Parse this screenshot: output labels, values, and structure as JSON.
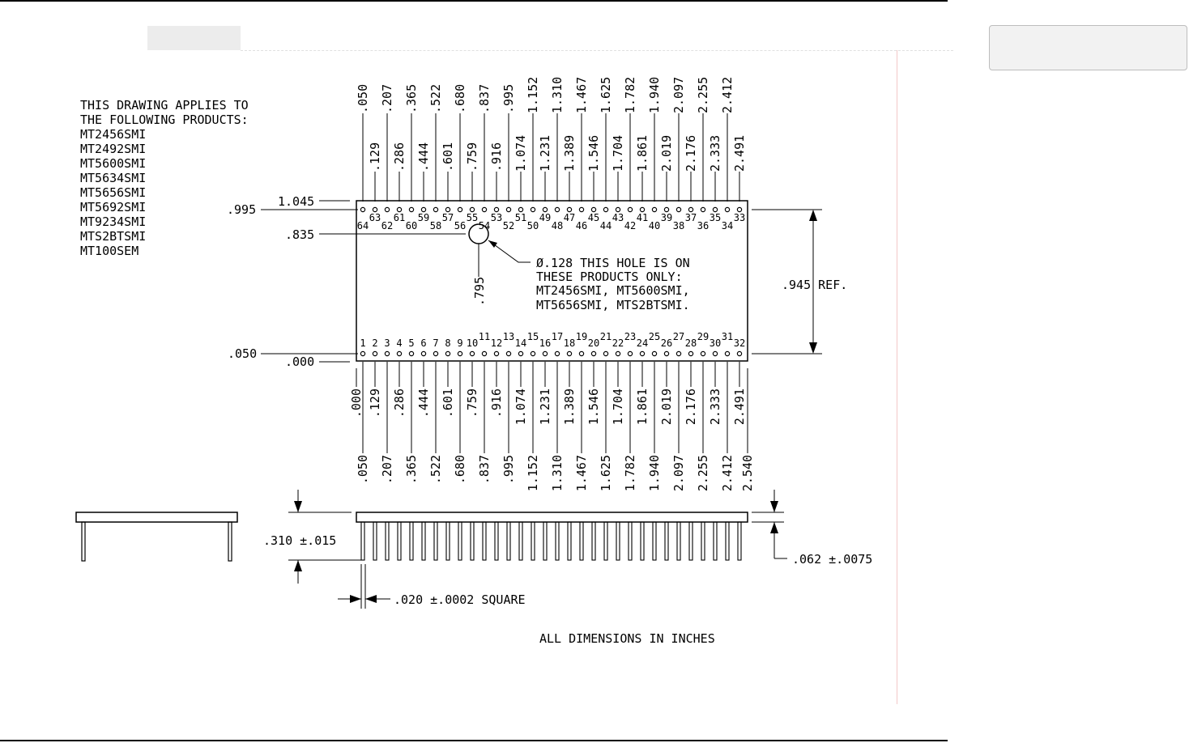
{
  "applies": {
    "line1": "THIS DRAWING APPLIES TO",
    "line2": "THE FOLLOWING PRODUCTS:",
    "products": [
      "MT2456SMI",
      "MT2492SMI",
      "MT5600SMI",
      "MT5634SMI",
      "MT5656SMI",
      "MT5692SMI",
      "MT9234SMI",
      "MTS2BTSMI",
      "MT100SEM"
    ]
  },
  "top_dims_a": [
    ".050",
    ".207",
    ".365",
    ".522",
    ".680",
    ".837",
    ".995",
    "1.152",
    "1.310",
    "1.467",
    "1.625",
    "1.782",
    "1.940",
    "2.097",
    "2.255",
    "2.412"
  ],
  "top_dims_b": [
    ".129",
    ".286",
    ".444",
    ".601",
    ".759",
    ".916",
    "1.074",
    "1.231",
    "1.389",
    "1.546",
    "1.704",
    "1.861",
    "2.019",
    "2.176",
    "2.333",
    "2.491"
  ],
  "bottom_dims_b": [
    ".000",
    ".129",
    ".286",
    ".444",
    ".601",
    ".759",
    ".916",
    "1.074",
    "1.231",
    "1.389",
    "1.546",
    "1.704",
    "1.861",
    "2.019",
    "2.176",
    "2.333",
    "2.491"
  ],
  "bottom_dims_a": [
    ".050",
    ".207",
    ".365",
    ".522",
    ".680",
    ".837",
    ".995",
    "1.152",
    "1.310",
    "1.467",
    "1.625",
    "1.782",
    "1.940",
    "2.097",
    "2.255",
    "2.412",
    "2.540"
  ],
  "pins_top": [
    "64",
    "63",
    "62",
    "61",
    "60",
    "59",
    "58",
    "57",
    "56",
    "55",
    "54",
    "53",
    "52",
    "51",
    "50",
    "49",
    "48",
    "47",
    "46",
    "45",
    "44",
    "43",
    "42",
    "41",
    "40",
    "39",
    "38",
    "37",
    "36",
    "35",
    "34",
    "33"
  ],
  "pins_bottom": [
    "1",
    "2",
    "3",
    "4",
    "5",
    "6",
    "7",
    "8",
    "9",
    "10",
    "11",
    "12",
    "13",
    "14",
    "15",
    "16",
    "17",
    "18",
    "19",
    "20",
    "21",
    "22",
    "23",
    "24",
    "25",
    "26",
    "27",
    "28",
    "29",
    "30",
    "31",
    "32"
  ],
  "left_dims": {
    "d1045": "1.045",
    "d995": ".995",
    "d835": ".835",
    "d050": ".050",
    "d000": ".000",
    "d795": ".795"
  },
  "hole_note": {
    "line1": "Ø.128 THIS HOLE IS ON",
    "line2": "THESE PRODUCTS ONLY:",
    "line3": "MT2456SMI, MT5600SMI,",
    "line4": "MT5656SMI, MTS2BTSMI."
  },
  "ref_dim": ".945 REF.",
  "side": {
    "pin_length": ".310 ±.015",
    "board_thk": ".062 ±.0075",
    "pin_size": ".020 ±.0002 SQUARE"
  },
  "footer_note": "ALL DIMENSIONS IN INCHES"
}
